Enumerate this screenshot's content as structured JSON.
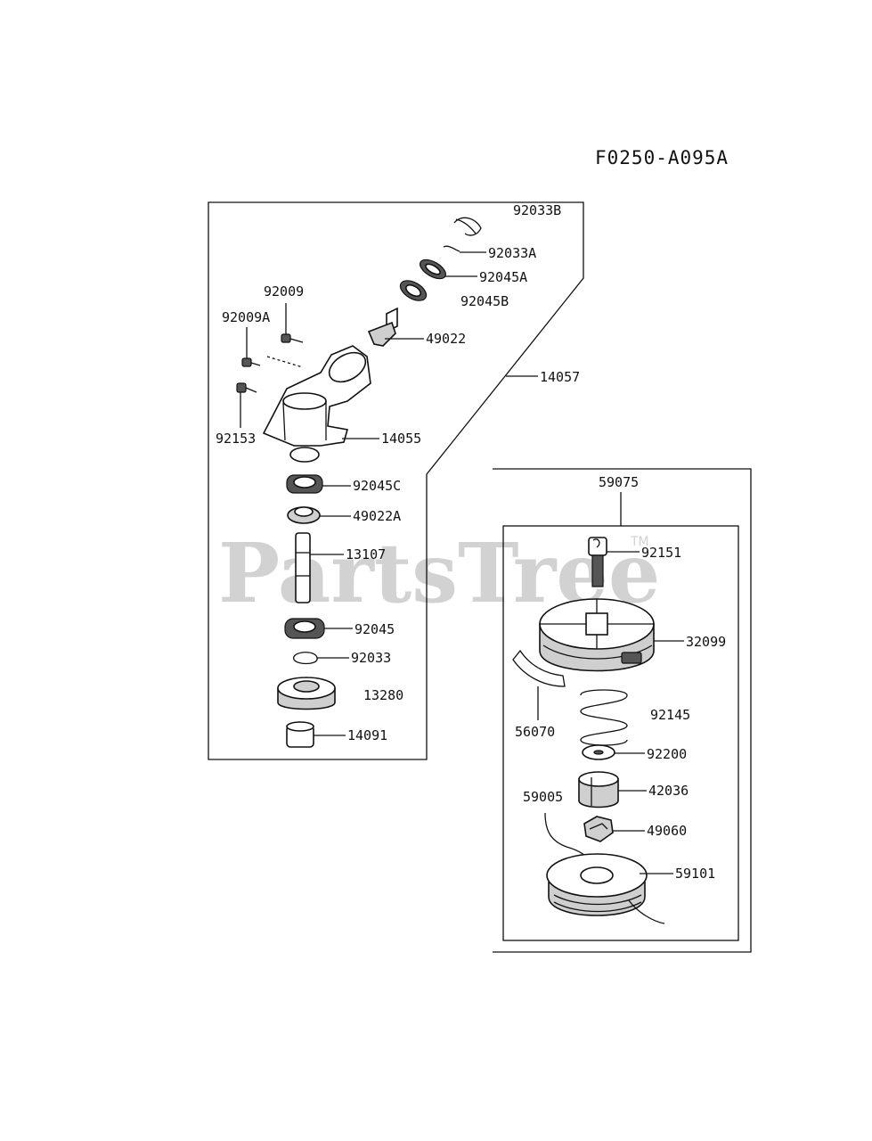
{
  "diagram_code": "F0250-A095A",
  "watermark": {
    "brand": "PartsTree",
    "trademark": "TM"
  },
  "parts": {
    "p92033B": "92033B",
    "p92033A": "92033A",
    "p92045A": "92045A",
    "p92045B": "92045B",
    "p92009": "92009",
    "p92009A": "92009A",
    "p49022": "49022",
    "p14057": "14057",
    "p92153": "92153",
    "p14055": "14055",
    "p92045C": "92045C",
    "p49022A": "49022A",
    "p13107": "13107",
    "p92045": "92045",
    "p92033": "92033",
    "p13280": "13280",
    "p14091": "14091",
    "p59075": "59075",
    "p92151": "92151",
    "p32099": "32099",
    "p56070": "56070",
    "p92145": "92145",
    "p92200": "92200",
    "p42036": "42036",
    "p59005": "59005",
    "p49060": "49060",
    "p59101": "59101"
  }
}
